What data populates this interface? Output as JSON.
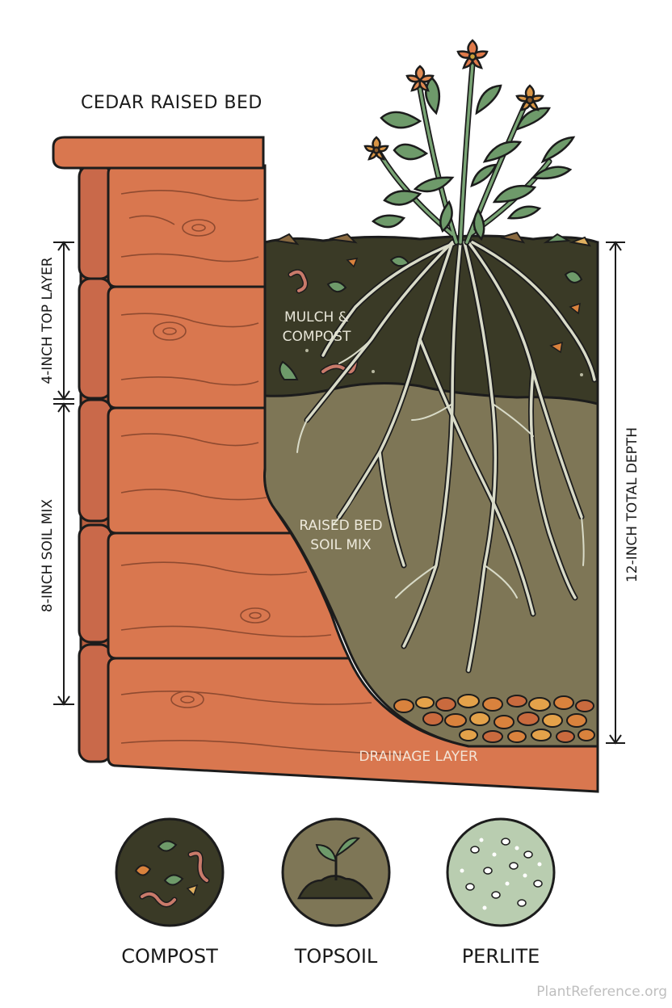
{
  "title": "CEDAR RAISED BED",
  "dimensions": {
    "top_layer": "4-INCH TOP LAYER",
    "soil_mix": "8-INCH SOIL MIX",
    "total_depth": "12-INCH TOTAL DEPTH"
  },
  "layers": {
    "mulch": [
      "MULCH &",
      "COMPOST"
    ],
    "soil": [
      "RAISED BED",
      "SOIL MIX"
    ],
    "drainage": "DRAINAGE LAYER"
  },
  "components": [
    {
      "label": "COMPOST",
      "icon": "compost-icon"
    },
    {
      "label": "TOPSOIL",
      "icon": "topsoil-icon"
    },
    {
      "label": "PERLITE",
      "icon": "perlite-icon"
    }
  ],
  "colors": {
    "cedar": "#D9774F",
    "cedar_dark": "#B95E3E",
    "mulch": "#3A3A26",
    "soil": "#7E7656",
    "root": "#D9DBC8",
    "leaf": "#6E9A6A",
    "flower": "#E08A52",
    "perlite_bg": "#B9CDB0"
  },
  "watermark": "PlantReference.org"
}
